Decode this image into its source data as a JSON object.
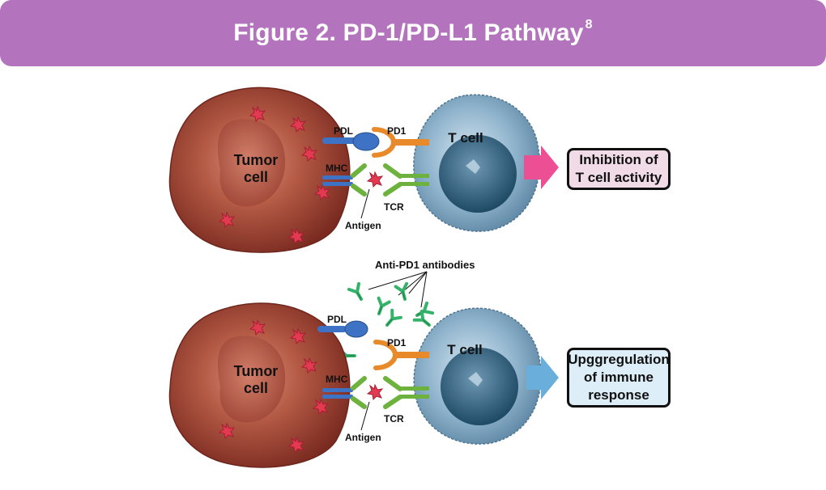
{
  "header": {
    "title": "Figure 2. PD-1/PD-L1 Pathway",
    "superscript": "8"
  },
  "panels": [
    {
      "tumor_label": [
        "Tumor",
        "cell"
      ],
      "t_cell_label": "T cell",
      "pdl_label": "PDL",
      "pd1_label": "PD1",
      "mhc_label": "MHC",
      "tcr_label": "TCR",
      "antigen_label": "Antigen",
      "outcome": [
        "Inhibition of",
        "T cell activity"
      ],
      "arrow_color": "#ec4f93",
      "box_color": "#f1dbe7"
    },
    {
      "antibodies_label": "Anti-PD1 antibodies",
      "tumor_label": [
        "Tumor",
        "cell"
      ],
      "t_cell_label": "T cell",
      "pdl_label": "PDL",
      "pd1_label": "PD1",
      "mhc_label": "MHC",
      "tcr_label": "TCR",
      "antigen_label": "Antigen",
      "outcome": [
        "Upggregulation",
        "of immune",
        "response"
      ],
      "arrow_color": "#6aaedb",
      "box_color": "#ddeef8"
    }
  ],
  "colors": {
    "header": "#b373bd",
    "tumor": "#a8483a",
    "t_cell": "#7fa8c3",
    "pdl": "#3d72c4",
    "pd1": "#e8892a",
    "tcr": "#6cb23c",
    "antibody": "#36b36a",
    "antigen": "#e23a50"
  }
}
